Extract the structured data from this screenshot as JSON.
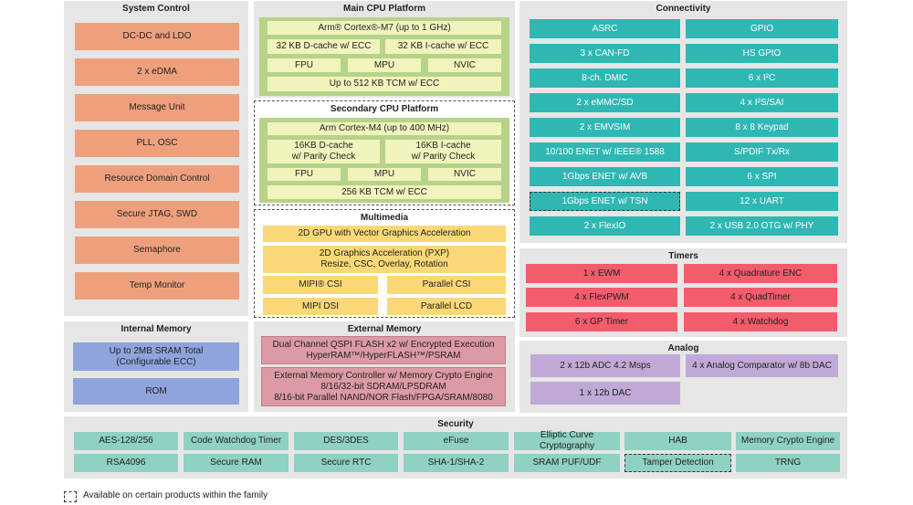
{
  "system_control": {
    "title": "System Control",
    "items": [
      "DC-DC and LDO",
      "2 x eDMA",
      "Message Unit",
      "PLL, OSC",
      "Resource Domain Control",
      "Secure JTAG, SWD",
      "Semaphore",
      "Temp Monitor"
    ]
  },
  "main_cpu": {
    "title": "Main CPU Platform",
    "core": "Arm® Cortex®-M7 (up to 1 GHz)",
    "dcache": "32 KB D-cache w/ ECC",
    "icache": "32 KB I-cache w/ ECC",
    "fpu": "FPU",
    "mpu": "MPU",
    "nvic": "NVIC",
    "tcm": "Up to 512 KB TCM w/ ECC"
  },
  "secondary_cpu": {
    "title": "Secondary CPU Platform",
    "core": "Arm Cortex-M4 (up to 400 MHz)",
    "dcache_line1": "16KB D-cache",
    "dcache_line2": "w/ Parity Check",
    "icache_line1": "16KB I-cache",
    "icache_line2": "w/ Parity Check",
    "fpu": "FPU",
    "mpu": "MPU",
    "nvic": "NVIC",
    "tcm": "256 KB TCM w/ ECC"
  },
  "multimedia": {
    "title": "Multimedia",
    "gpu": "2D GPU with Vector Graphics Acceleration",
    "pxp_line1": "2D Graphics Acceleration (PXP)",
    "pxp_line2": "Resize, CSC, Overlay, Rotation",
    "mipi_csi": "MIPI® CSI",
    "parallel_csi": "Parallel CSI",
    "mipi_dsi": "MIPI DSI",
    "parallel_lcd": "Parallel LCD"
  },
  "internal_memory": {
    "title": "Internal Memory",
    "sram_line1": "Up to 2MB SRAM Total",
    "sram_line2": "(Configurable ECC)",
    "rom": "ROM"
  },
  "external_memory": {
    "title": "External Memory",
    "qspi_line1": "Dual Channel QSPI FLASH x2 w/ Encrypted Execution",
    "qspi_line2": "HyperRAM™/HyperFLASH™/PSRAM",
    "emc_line1": "External Memory Controller w/ Memory Crypto Engine",
    "emc_line2": "8/16/32-bit SDRAM/LPSDRAM",
    "emc_line3": "8/16-bit Parallel NAND/NOR Flash/FPGA/SRAM/8080"
  },
  "connectivity": {
    "title": "Connectivity",
    "left": [
      "ASRC",
      "3 x CAN-FD",
      "8-ch. DMIC",
      "2 x eMMC/SD",
      "2 x EMVSIM",
      "10/100 ENET w/ IEEE® 1588",
      "1Gbps ENET w/ AVB",
      "1Gbps ENET w/ TSN",
      "2 x FlexIO"
    ],
    "right": [
      "GPIO",
      "HS GPIO",
      "6 x I²C",
      "4 x I²S/SAI",
      "8 x 8 Keypad",
      "S/PDIF Tx/Rx",
      "6 x SPI",
      "12 x UART",
      "2 x USB 2.0 OTG w/ PHY"
    ]
  },
  "timers": {
    "title": "Timers",
    "left": [
      "1 x EWM",
      "4 x FlexPWM",
      "6 x GP Timer"
    ],
    "right": [
      "4 x Quadrature ENC",
      "4 x QuadTimer",
      "4 x Watchdog"
    ]
  },
  "analog": {
    "title": "Analog",
    "adc": "2 x 12b ADC 4.2 Msps",
    "comparator": "4 x Analog Comparator w/ 8b DAC",
    "dac": "1 x 12b DAC"
  },
  "security": {
    "title": "Security",
    "row1": [
      "AES-128/256",
      "Code Watchdog Timer",
      "DES/3DES",
      "eFuse",
      "Elliptic Curve Cryptography",
      "HAB",
      "Memory Crypto Engine"
    ],
    "row2": [
      "RSA4096",
      "Secure RAM",
      "Secure RTC",
      "SHA-1/SHA-2",
      "SRAM PUF/UDF",
      "Tamper Detection",
      "TRNG"
    ]
  },
  "legend": {
    "text": "Available on certain products within the family"
  }
}
